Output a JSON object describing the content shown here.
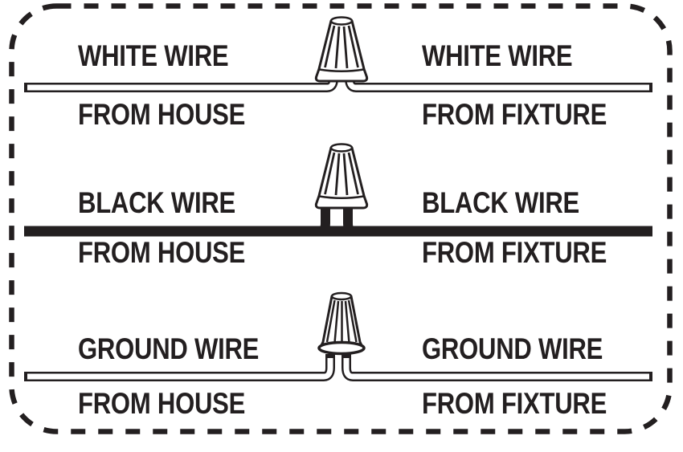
{
  "colors": {
    "ink": "#231f20",
    "background": "#ffffff"
  },
  "diagram": {
    "connections": [
      {
        "wire": "white",
        "connector": "wire-nut",
        "left": {
          "line1": "WHITE WIRE",
          "line2": "FROM HOUSE"
        },
        "right": {
          "line1": "WHITE WIRE",
          "line2": "FROM FIXTURE"
        }
      },
      {
        "wire": "black",
        "connector": "wire-nut",
        "left": {
          "line1": "BLACK WIRE",
          "line2": "FROM HOUSE"
        },
        "right": {
          "line1": "BLACK WIRE",
          "line2": "FROM FIXTURE"
        }
      },
      {
        "wire": "ground",
        "connector": "wire-nut",
        "left": {
          "line1": "GROUND WIRE",
          "line2": "FROM HOUSE"
        },
        "right": {
          "line1": "GROUND WIRE",
          "line2": "FROM FIXTURE"
        }
      }
    ]
  }
}
